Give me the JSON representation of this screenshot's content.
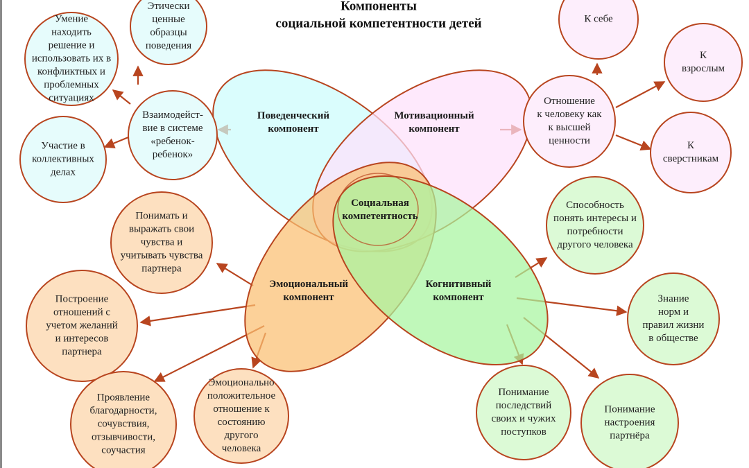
{
  "title": "Компоненты\nсоциальной компетентности детей",
  "center": "Социальная\nкомпетентность",
  "colors": {
    "stroke": "#b8451f",
    "blue": "#ccfcfc",
    "pink": "#fde0fb",
    "orange": "#fbbf72",
    "green": "#a8f5a0",
    "blue_node": "#e6fcfc",
    "pink_node": "#fdeefc",
    "orange_node": "#fde0c0",
    "green_node": "#dcfad6"
  },
  "components": [
    {
      "label": "Поведенческий\nкомпонент",
      "color": "blue"
    },
    {
      "label": "Мотивационный\nкомпонент",
      "color": "pink"
    },
    {
      "label": "Эмоциональный\nкомпонент",
      "color": "orange"
    },
    {
      "label": "Когнитивный\nкомпонент",
      "color": "green"
    }
  ],
  "nodes": [
    {
      "label": "Этически\nценные\nобразцы\nповедения",
      "color": "blue_node"
    },
    {
      "label": "Умение\nнаходить\nрешение и\nиспользовать их в\nконфликтных и\nпроблемных\nситуациях",
      "color": "blue_node"
    },
    {
      "label": "Взаимодейст-\nвие в системе\n«ребенок-\nребенок»",
      "color": "blue_node"
    },
    {
      "label": "Участие в\nколлективных\nделах",
      "color": "blue_node"
    },
    {
      "label": "К себе",
      "color": "pink_node"
    },
    {
      "label": "К взрослым",
      "color": "pink_node"
    },
    {
      "label": "Отношение\nк человеку как\nк высшей\nценности",
      "color": "pink_node"
    },
    {
      "label": "К сверстникам",
      "color": "pink_node"
    },
    {
      "label": "Способность\nпонять интересы и\nпотребности\nдругого человека",
      "color": "green_node"
    },
    {
      "label": "Знание\nнорм и\nправил жизни\nв обществе",
      "color": "green_node"
    },
    {
      "label": "Понимание\nпоследствий\nсвоих и чужих\nпоступков",
      "color": "green_node"
    },
    {
      "label": "Понимание\nнастроения\nпартнёра",
      "color": "green_node"
    },
    {
      "label": "Понимать и\nвыражать свои\nчувства и\nучитывать чувства\nпартнера",
      "color": "orange_node"
    },
    {
      "label": "Построение\nотношений с\nучетом желаний\nи интересов\nпартнера",
      "color": "orange_node"
    },
    {
      "label": "Проявление\nблагодарности,\nсочувствия,\nотзывчивости,\nсоучастия",
      "color": "orange_node"
    },
    {
      "label": "Эмоционально\nположительное\nотношение к\nсостоянию\nдругого\nчеловека",
      "color": "orange_node"
    }
  ]
}
